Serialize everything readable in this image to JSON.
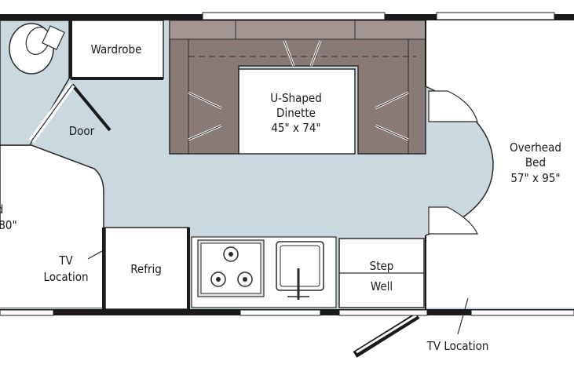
{
  "labels": {
    "wardrobe": "Wardrobe",
    "door": "Door",
    "dinette_name_1": "U-Shaped",
    "dinette_name_2": "Dinette",
    "dinette_size": "45\" x 74\"",
    "overhead_name_1": "Overhead",
    "overhead_name_2": "Bed",
    "overhead_size": "57\" x 95\"",
    "rear_bed_fragment_1": "d",
    "rear_bed_fragment_2": "80\"",
    "tv_location_left_1": "TV",
    "tv_location_left_2": "Location",
    "refrig": "Refrig",
    "step_well_1": "Step",
    "step_well_2": "Well",
    "tv_location_bottom": "TV Location"
  },
  "colors": {
    "floor": "#c9d9df",
    "wall": "#1a1a1a",
    "dinette_seat": "#8a7a76",
    "dinette_seat_light": "#a39591",
    "table": "#ffffff",
    "window": "#ffffff",
    "cabinet": "#ffffff"
  }
}
